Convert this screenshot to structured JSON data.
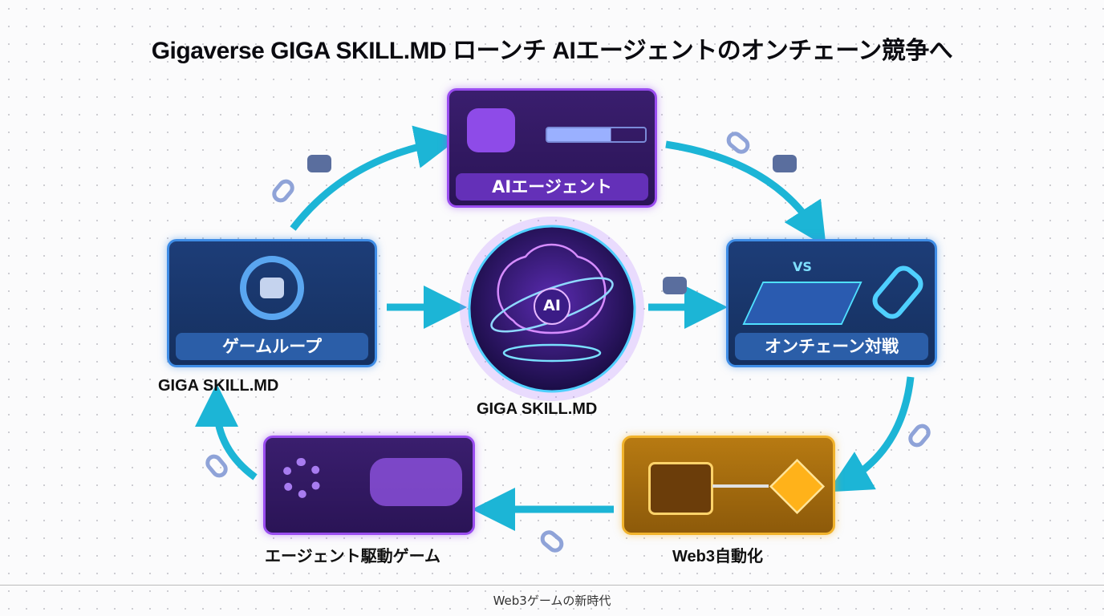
{
  "title": "Gigaverse GIGA SKILL.MD ローンチ  AIエージェントのオンチェーン競争へ",
  "nodes": {
    "ai_agent": "AIエージェント",
    "game_loop": "ゲームループ",
    "onchain_battle": "オンチェーン対戦",
    "web3_automation": "Web3自動化",
    "agent_driven_game": "エージェント駆動ゲーム",
    "center_badge": "AI",
    "center_caption": "GIGA SKILL.MD",
    "left_caption": "GIGA SKILL.MD",
    "vs": "VS"
  },
  "footer": "Web3ゲームの新時代",
  "colors": {
    "arrow": "#1cb5d6",
    "blue": "#3f8de6",
    "purple": "#9a4df0",
    "gold": "#f1b32c"
  }
}
